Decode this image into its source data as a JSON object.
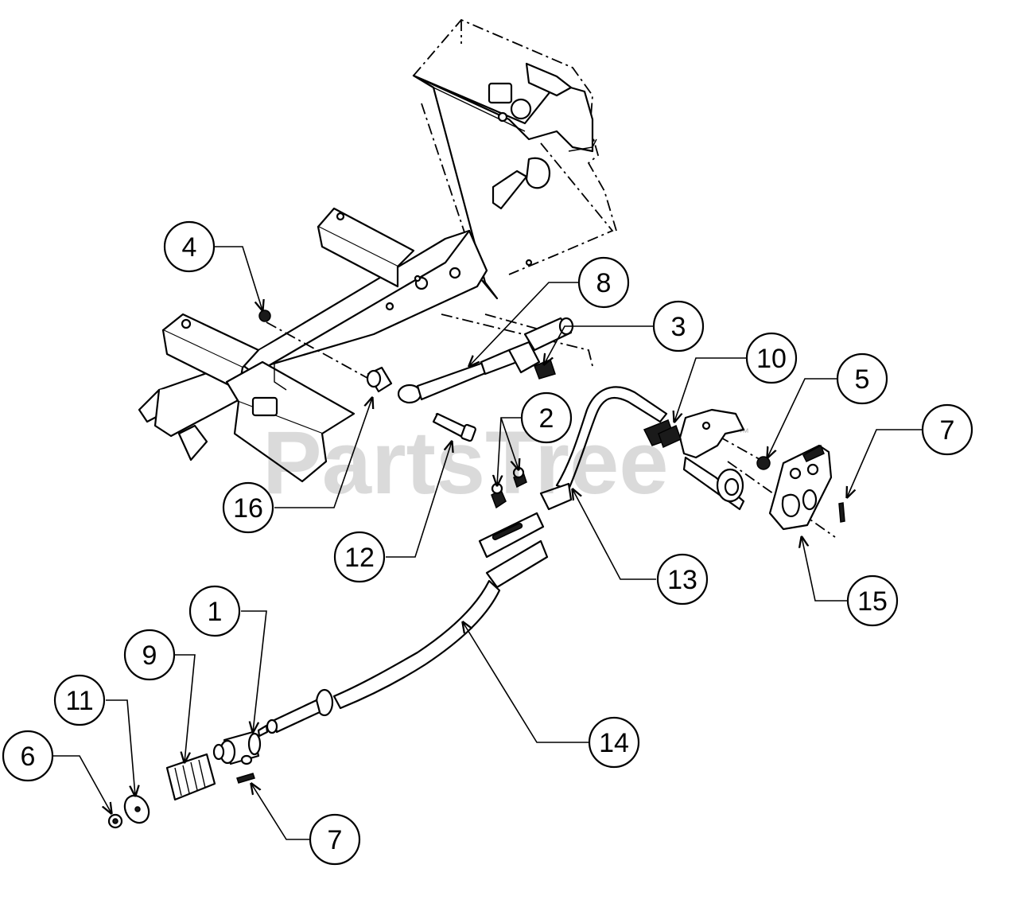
{
  "watermark": {
    "text": "PartsTree",
    "trademark": "™"
  },
  "callouts": {
    "c1": "1",
    "c2": "2",
    "c3": "3",
    "c4": "4",
    "c5": "5",
    "c6": "6",
    "c7a": "7",
    "c7b": "7",
    "c8": "8",
    "c9": "9",
    "c10": "10",
    "c11": "11",
    "c12": "12",
    "c13": "13",
    "c14": "14",
    "c15": "15",
    "c16": "16"
  }
}
